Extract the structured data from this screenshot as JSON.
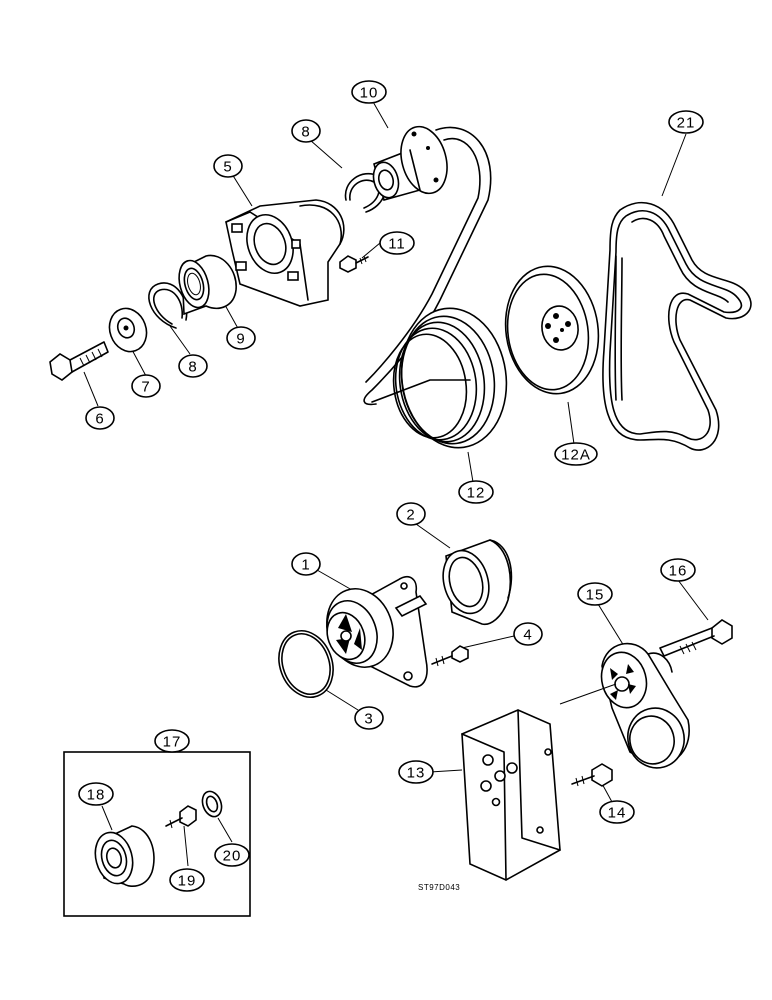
{
  "callouts": [
    {
      "id": "c1",
      "label": "1"
    },
    {
      "id": "c2",
      "label": "2"
    },
    {
      "id": "c3",
      "label": "3"
    },
    {
      "id": "c4",
      "label": "4"
    },
    {
      "id": "c5",
      "label": "5"
    },
    {
      "id": "c6",
      "label": "6"
    },
    {
      "id": "c7",
      "label": "7"
    },
    {
      "id": "c8a",
      "label": "8"
    },
    {
      "id": "c8b",
      "label": "8"
    },
    {
      "id": "c9",
      "label": "9"
    },
    {
      "id": "c10",
      "label": "10"
    },
    {
      "id": "c11",
      "label": "11"
    },
    {
      "id": "c12",
      "label": "12"
    },
    {
      "id": "c12a",
      "label": "12A"
    },
    {
      "id": "c13",
      "label": "13"
    },
    {
      "id": "c14",
      "label": "14"
    },
    {
      "id": "c15",
      "label": "15"
    },
    {
      "id": "c16",
      "label": "16"
    },
    {
      "id": "c17",
      "label": "17"
    },
    {
      "id": "c18",
      "label": "18"
    },
    {
      "id": "c19",
      "label": "19"
    },
    {
      "id": "c20",
      "label": "20"
    },
    {
      "id": "c21",
      "label": "21"
    }
  ],
  "drawing_code": "ST97D043"
}
